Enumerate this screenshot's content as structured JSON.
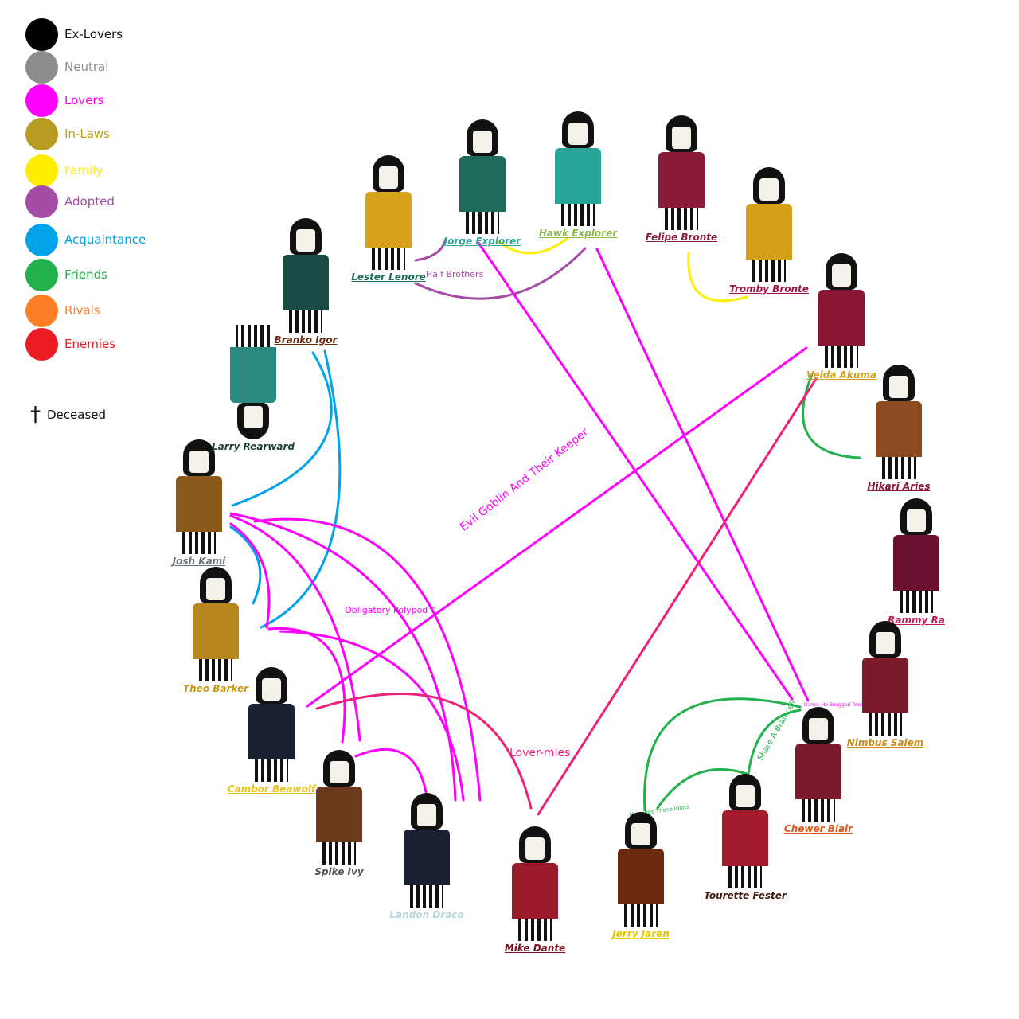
{
  "legend": [
    {
      "label": "Ex-Lovers",
      "color": "#000000"
    },
    {
      "label": "Neutral",
      "color": "#8c8c8c"
    },
    {
      "label": "Lovers",
      "color": "#ff00ff"
    },
    {
      "label": "In-Laws",
      "color": "#b89b20"
    },
    {
      "label": "Family",
      "color": "#ffee00"
    },
    {
      "label": "Adopted",
      "color": "#a64ca6"
    },
    {
      "label": "Acquaintance",
      "color": "#00a2e8"
    },
    {
      "label": "Friends",
      "color": "#22b14c"
    },
    {
      "label": "Rivals",
      "color": "#ff7f27"
    },
    {
      "label": "Enemies",
      "color": "#ed1c24"
    }
  ],
  "deceased": {
    "icon": "cross-icon",
    "label": "Deceased"
  },
  "characters": [
    {
      "name": "Lester Lenore",
      "color": "#1f6b5a",
      "body": "#d9a21a"
    },
    {
      "name": "Jorge Explorer",
      "color": "#2aa59a",
      "body": "#1f6b5a"
    },
    {
      "name": "Hawk Explorer",
      "color": "#8fb84a",
      "body": "#2aa59a"
    },
    {
      "name": "Felipe Bronte",
      "color": "#8a1b3a",
      "body": "#8a1b3a"
    },
    {
      "name": "Tromby Bronte",
      "color": "#a0144a",
      "body": "#d4a017"
    },
    {
      "name": "Velda Akuma",
      "color": "#d4a017",
      "body": "#8a1535"
    },
    {
      "name": "Hikari Aries",
      "color": "#8a1535",
      "body": "#8b4a1f"
    },
    {
      "name": "Rammy Ra",
      "color": "#c2185b",
      "body": "#6b1030"
    },
    {
      "name": "Nimbus Salem",
      "color": "#c98a1d",
      "body": "#7a1a2a"
    },
    {
      "name": "Chewer Blair",
      "color": "#e0541c",
      "body": "#7a1a2a"
    },
    {
      "name": "Tourette Fester",
      "color": "#3a1a10",
      "body": "#a01c2c"
    },
    {
      "name": "Jerry Jaren",
      "color": "#e8c400",
      "body": "#6b2a10"
    },
    {
      "name": "Mike Dante",
      "color": "#7a1020",
      "body": "#9a1a2a"
    },
    {
      "name": "Landon Draco",
      "color": "#b8d4dc",
      "body": "#1a2030"
    },
    {
      "name": "Spike Ivy",
      "color": "#555555",
      "body": "#6b3a1a"
    },
    {
      "name": "Cambor Beawolf",
      "color": "#e6c420",
      "body": "#1a2030"
    },
    {
      "name": "Theo Barker",
      "color": "#c8961e",
      "body": "#b8861e"
    },
    {
      "name": "Josh Kami",
      "color": "#6a7080",
      "body": "#8b5a1a"
    },
    {
      "name": "Larry Rearward",
      "color": "#1e3d3a",
      "body": "#2a8a80"
    },
    {
      "name": "Branko Igor",
      "color": "#6b2a10",
      "body": "#1a4a44"
    }
  ],
  "annotations": {
    "half_brothers": "Half Brothers",
    "evil_goblin": "Evil Goblin And Their Keeper",
    "polypod": "Obligatory Polypod™",
    "lovermies": "Lover-mies",
    "braincell": "Share A Braincell",
    "snagged": "Damn, He Snagged Two?",
    "manages": "Manages These Idiots"
  }
}
